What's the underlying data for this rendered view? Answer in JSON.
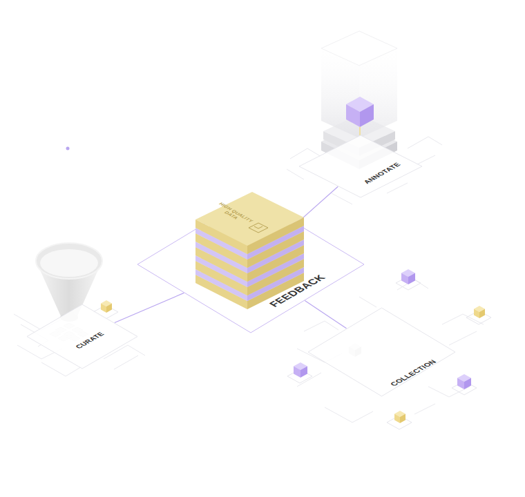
{
  "diagram": {
    "nodes": [
      {
        "text": [
          "FEEDBACK"
        ]
      },
      {
        "text": [
          "HIGH QUALITY DATA"
        ],
        "in": 0
      },
      {
        "text": [
          "ANNOTATE"
        ]
      },
      {
        "text": [
          "CURATE"
        ]
      },
      {
        "text": [
          "COLLECTION"
        ]
      }
    ],
    "edges": [
      {
        "from": 0,
        "to": 2,
        "arrow": "none"
      },
      {
        "from": 0,
        "to": 3,
        "arrow": "none"
      },
      {
        "from": 0,
        "to": 4,
        "arrow": "none"
      }
    ]
  }
}
